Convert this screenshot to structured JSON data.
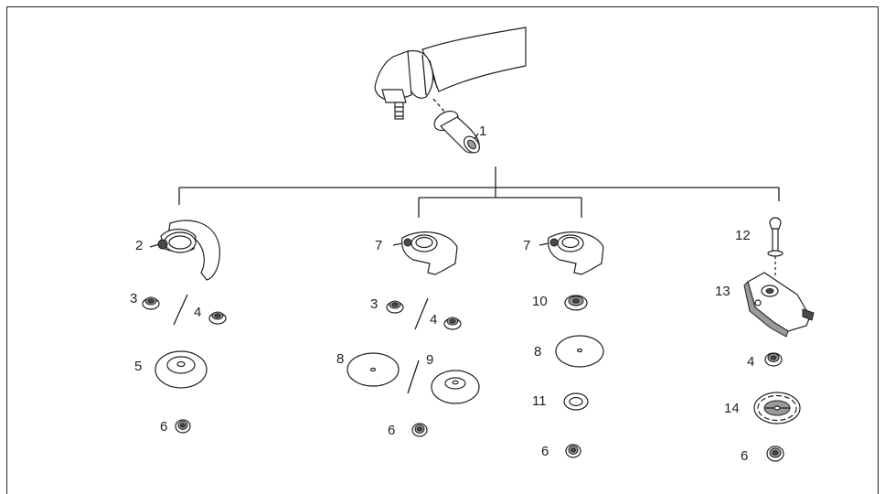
{
  "labels": {
    "l1": "1",
    "l2": "2",
    "l3a": "3",
    "l4a": "4",
    "l5": "5",
    "l6a": "6",
    "l7a": "7",
    "l3b": "3",
    "l4b": "4",
    "l8a": "8",
    "l9": "9",
    "l6b": "6",
    "l7b": "7",
    "l10": "10",
    "l8b": "8",
    "l11": "11",
    "l6c": "6",
    "l12": "12",
    "l13": "13",
    "l4c": "4",
    "l14": "14",
    "l6d": "6"
  },
  "colors": {
    "line": "#231f20",
    "shade": "#9a9a9a",
    "dark": "#4a4a4a"
  }
}
